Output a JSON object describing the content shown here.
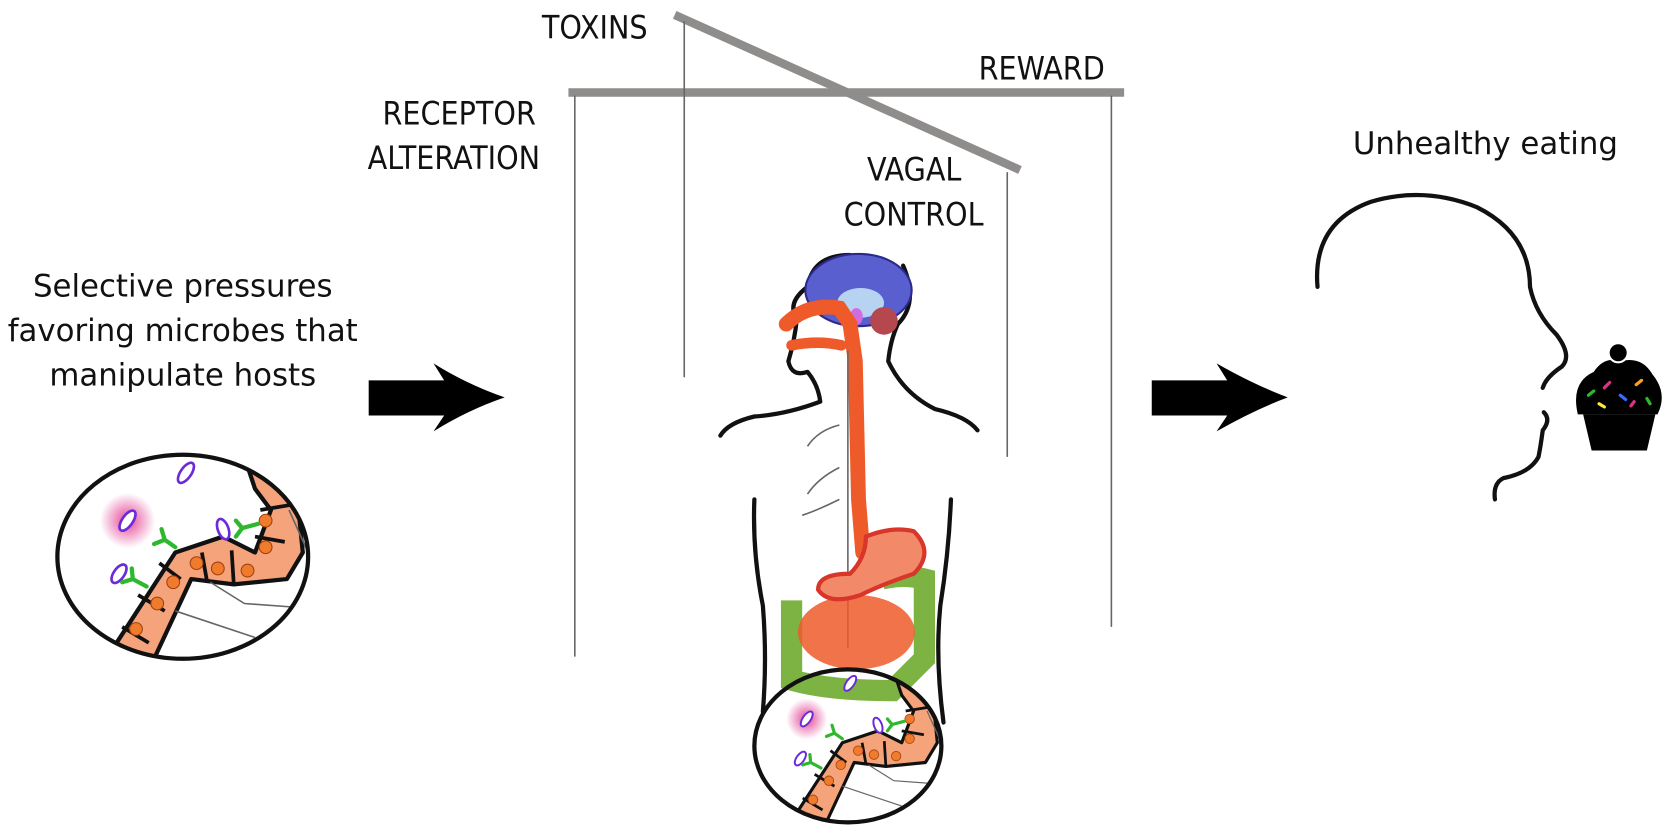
{
  "diagram": {
    "left_caption": [
      "Selective pressures",
      "favoring microbes that",
      "manipulate hosts"
    ],
    "puppet_controls": {
      "toxins": "TOXINS",
      "reward": "REWARD",
      "receptor_alteration": [
        "RECEPTOR",
        "ALTERATION"
      ],
      "vagal_control": [
        "VAGAL",
        "CONTROL"
      ]
    },
    "right_caption": "Unhealthy eating",
    "colors": {
      "bar": "#8f8c8c",
      "epithelium": "#f4a37a",
      "nucleus": "#f07b2c",
      "microbe": "#6b2bd8",
      "receptor": "#2eb82e",
      "toxin_glow": "#e0308a",
      "gut": "#ef5a2a",
      "brain": "#5a5fd0",
      "colon": "#7cb342"
    }
  }
}
